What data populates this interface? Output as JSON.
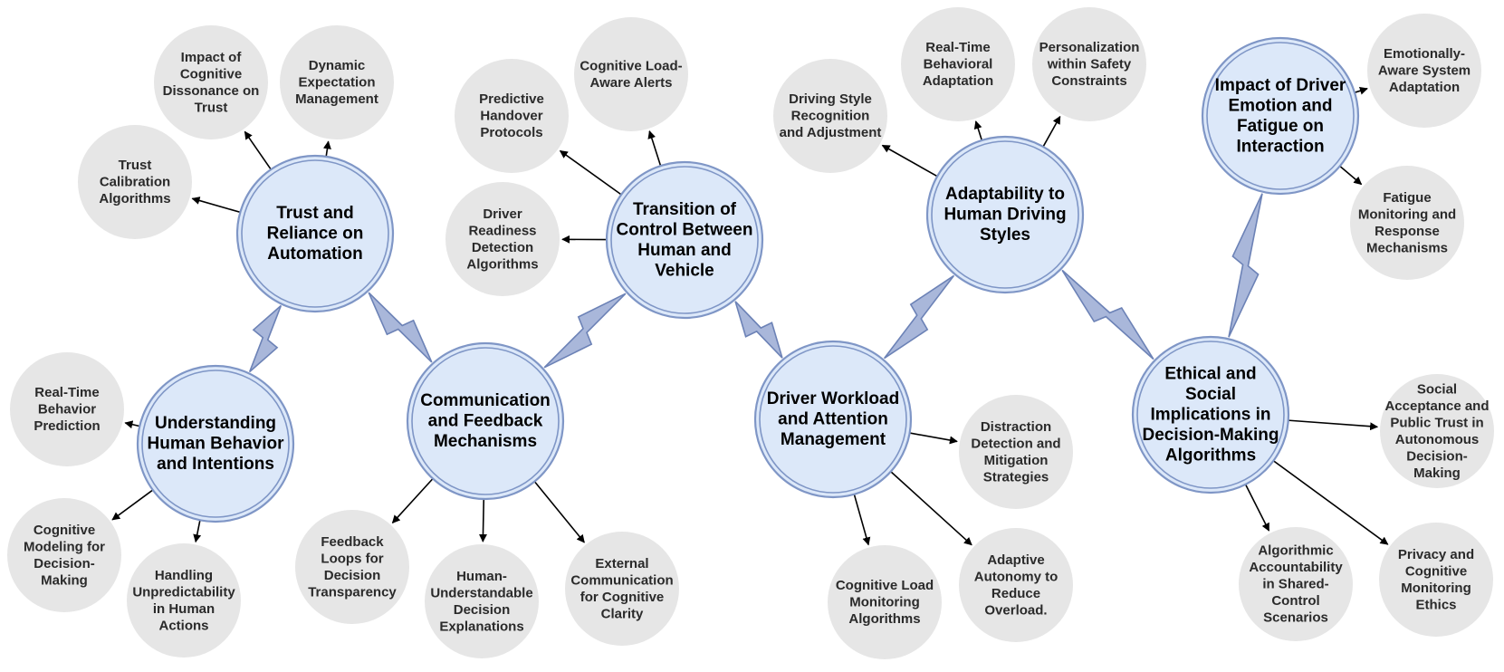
{
  "hubs": [
    {
      "id": "trust",
      "lines": [
        "Trust and",
        "Reliance on",
        "Automation"
      ]
    },
    {
      "id": "understanding",
      "lines": [
        "Understanding",
        "Human Behavior",
        "and Intentions"
      ]
    },
    {
      "id": "communication",
      "lines": [
        "Communication",
        "and Feedback",
        "Mechanisms"
      ]
    },
    {
      "id": "transition",
      "lines": [
        "Transition of",
        "Control Between",
        "Human and",
        "Vehicle"
      ]
    },
    {
      "id": "workload",
      "lines": [
        "Driver Workload",
        "and Attention",
        "Management"
      ]
    },
    {
      "id": "adaptability",
      "lines": [
        "Adaptability to",
        "Human Driving",
        "Styles"
      ]
    },
    {
      "id": "ethical",
      "lines": [
        "Ethical and",
        "Social",
        "Implications in",
        "Decision-Making",
        "Algorithms"
      ]
    },
    {
      "id": "emotion",
      "lines": [
        "Impact of Driver",
        "Emotion and",
        "Fatigue on",
        "Interaction"
      ]
    }
  ],
  "leaves": [
    {
      "id": "cognitive-dissonance",
      "lines": [
        "Impact of",
        "Cognitive",
        "Dissonance on",
        "Trust"
      ]
    },
    {
      "id": "dynamic-expectation",
      "lines": [
        "Dynamic",
        "Expectation",
        "Management"
      ]
    },
    {
      "id": "trust-calibration",
      "lines": [
        "Trust",
        "Calibration",
        "Algorithms"
      ]
    },
    {
      "id": "realtime-behavior",
      "lines": [
        "Real-Time",
        "Behavior",
        "Prediction"
      ]
    },
    {
      "id": "cognitive-modeling",
      "lines": [
        "Cognitive",
        "Modeling for",
        "Decision-",
        "Making"
      ]
    },
    {
      "id": "handling-unpredictability",
      "lines": [
        "Handling",
        "Unpredictability",
        "in Human",
        "Actions"
      ]
    },
    {
      "id": "feedback-loops",
      "lines": [
        "Feedback",
        "Loops for",
        "Decision",
        "Transparency"
      ]
    },
    {
      "id": "human-understandable",
      "lines": [
        "Human-",
        "Understandable",
        "Decision",
        "Explanations"
      ]
    },
    {
      "id": "external-communication",
      "lines": [
        "External",
        "Communication",
        "for Cognitive",
        "Clarity"
      ]
    },
    {
      "id": "predictive-handover",
      "lines": [
        "Predictive",
        "Handover",
        "Protocols"
      ]
    },
    {
      "id": "cognitive-load-alerts",
      "lines": [
        "Cognitive Load-",
        "Aware Alerts"
      ]
    },
    {
      "id": "driver-readiness",
      "lines": [
        "Driver",
        "Readiness",
        "Detection",
        "Algorithms"
      ]
    },
    {
      "id": "distraction-detection",
      "lines": [
        "Distraction",
        "Detection and",
        "Mitigation",
        "Strategies"
      ]
    },
    {
      "id": "adaptive-autonomy",
      "lines": [
        "Adaptive",
        "Autonomy to",
        "Reduce",
        "Overload."
      ]
    },
    {
      "id": "cognitive-load-monitoring",
      "lines": [
        "Cognitive Load",
        "Monitoring",
        "Algorithms"
      ]
    },
    {
      "id": "driving-style",
      "lines": [
        "Driving Style",
        "Recognition",
        "and Adjustment"
      ]
    },
    {
      "id": "realtime-adaptation",
      "lines": [
        "Real-Time",
        "Behavioral",
        "Adaptation"
      ]
    },
    {
      "id": "personalization",
      "lines": [
        "Personalization",
        "within Safety",
        "Constraints"
      ]
    },
    {
      "id": "emotionally-aware",
      "lines": [
        "Emotionally-",
        "Aware System",
        "Adaptation"
      ]
    },
    {
      "id": "fatigue-monitoring",
      "lines": [
        "Fatigue",
        "Monitoring and",
        "Response",
        "Mechanisms"
      ]
    },
    {
      "id": "social-acceptance",
      "lines": [
        "Social",
        "Acceptance and",
        "Public Trust in",
        "Autonomous",
        "Decision-",
        "Making"
      ]
    },
    {
      "id": "privacy",
      "lines": [
        "Privacy and",
        "Cognitive",
        "Monitoring",
        "Ethics"
      ]
    },
    {
      "id": "accountability",
      "lines": [
        "Algorithmic",
        "Accountability",
        "in Shared-",
        "Control",
        "Scenarios"
      ]
    }
  ]
}
